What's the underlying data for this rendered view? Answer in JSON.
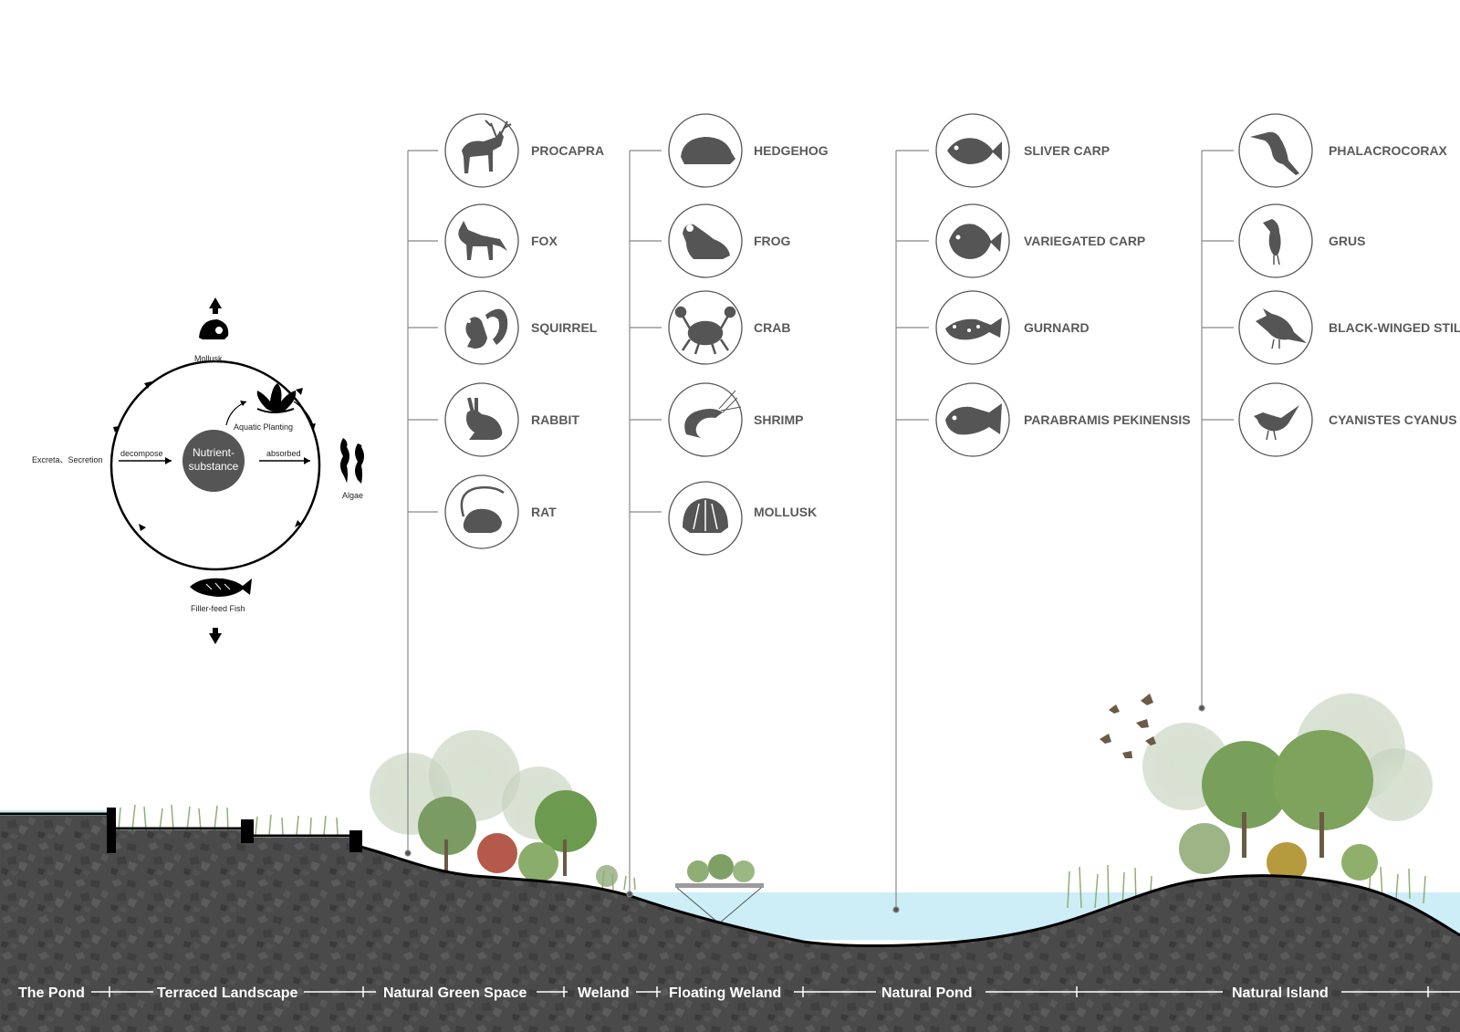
{
  "cycle": {
    "mollusk": "Mollusk",
    "aquatic_planting": "Aquatic Planting",
    "excreta": "Excreta、Secretion",
    "decompose": "decompose",
    "nutrient_line1": "Nutrient-",
    "nutrient_line2": "substance",
    "absorbed": "absorbed",
    "algae": "Algae",
    "filler_fish": "Filler-feed Fish"
  },
  "columns": [
    {
      "species": [
        {
          "label": "PROCAPRA",
          "icon": "deer-icon"
        },
        {
          "label": "FOX",
          "icon": "fox-icon"
        },
        {
          "label": "SQUIRREL",
          "icon": "squirrel-icon"
        },
        {
          "label": "RABBIT",
          "icon": "rabbit-icon"
        },
        {
          "label": "RAT",
          "icon": "rat-icon"
        }
      ]
    },
    {
      "species": [
        {
          "label": "HEDGEHOG",
          "icon": "hedgehog-icon"
        },
        {
          "label": "FROG",
          "icon": "frog-icon"
        },
        {
          "label": "CRAB",
          "icon": "crab-icon"
        },
        {
          "label": "SHRIMP",
          "icon": "shrimp-icon"
        },
        {
          "label": "MOLLUSK",
          "icon": "shell-icon"
        }
      ]
    },
    {
      "species": [
        {
          "label": "SLIVER CARP",
          "icon": "fish-icon"
        },
        {
          "label": "VARIEGATED CARP",
          "icon": "fish-icon"
        },
        {
          "label": "GURNARD",
          "icon": "fish-icon"
        },
        {
          "label": "PARABRAMIS PEKINENSIS",
          "icon": "fish-icon"
        }
      ]
    },
    {
      "species": [
        {
          "label": "PHALACROCORAX",
          "icon": "hornbill-icon"
        },
        {
          "label": "GRUS",
          "icon": "crane-icon"
        },
        {
          "label": "BLACK-WINGED STILT",
          "icon": "cardinal-bird-icon"
        },
        {
          "label": "CYANISTES CYANUS",
          "icon": "small-bird-icon"
        }
      ]
    }
  ],
  "zones": [
    "The Pond",
    "Terraced Landscape",
    "Natural Green Space",
    "Weland",
    "Floating Weland",
    "Natural Pond",
    "Natural Island"
  ],
  "colors": {
    "ground": "#4a4a4a",
    "water": "#cdeef7",
    "icon_fill": "#555555",
    "line": "#888888",
    "tree_green": "#6f9a55",
    "tree_pale": "#c9d6c2"
  }
}
